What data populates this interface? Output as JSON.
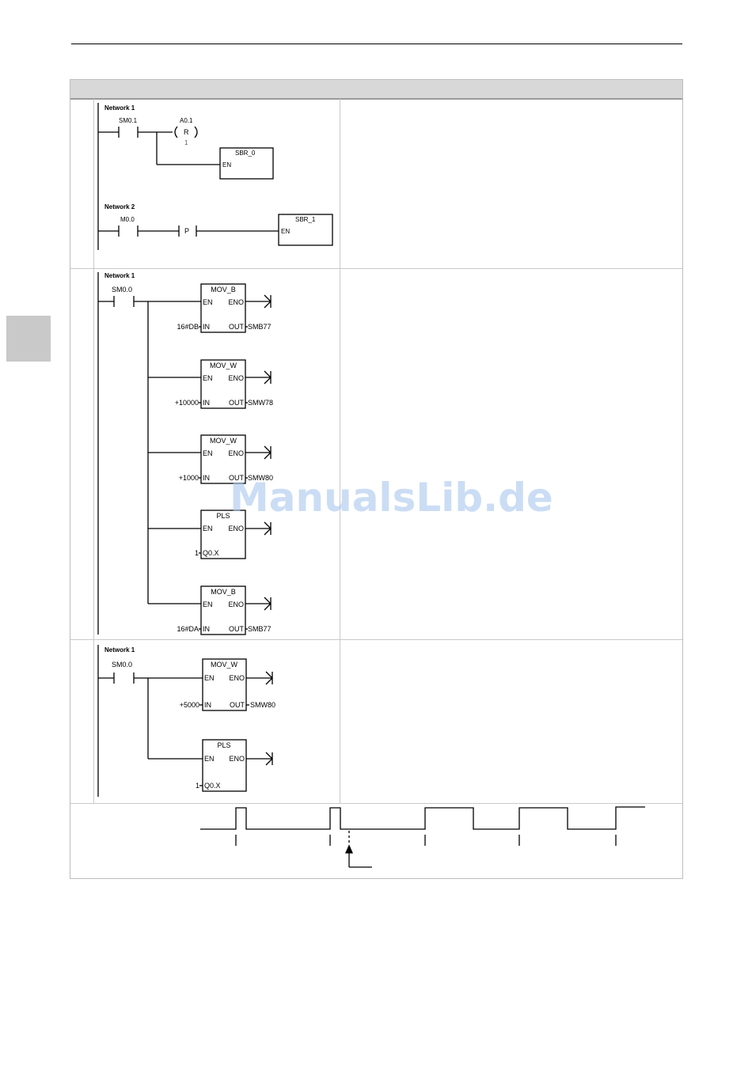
{
  "watermark": "ManualsLib.de",
  "row1": {
    "net1_title": "Network 1",
    "contact_sm01": "SM0.1",
    "coil_addr": "A0.1",
    "coil_type": "R",
    "coil_count": "1",
    "sbr0": "SBR_0",
    "en": "EN",
    "net2_title": "Network 2",
    "contact_m00": "M0.0",
    "edge": "P",
    "sbr1": "SBR_1"
  },
  "row2": {
    "net_title": "Network 1",
    "contact": "SM0.0",
    "en": "EN",
    "eno": "ENO",
    "in": "IN",
    "out": "OUT",
    "boxes": [
      {
        "name": "MOV_B",
        "in_val": "16#DB",
        "out_val": "SMB77"
      },
      {
        "name": "MOV_W",
        "in_val": "+10000",
        "out_val": "SMW78"
      },
      {
        "name": "MOV_W",
        "in_val": "+1000",
        "out_val": "SMW80"
      },
      {
        "name": "PLS",
        "in_val": "1",
        "pin": "Q0.X",
        "out_val": ""
      },
      {
        "name": "MOV_B",
        "in_val": "16#DA",
        "out_val": "SMB77"
      }
    ]
  },
  "row3": {
    "net_title": "Network 1",
    "contact": "SM0.0",
    "en": "EN",
    "eno": "ENO",
    "in": "IN",
    "out": "OUT",
    "boxes": [
      {
        "name": "MOV_W",
        "in_val": "+5000",
        "out_val": "SMW80"
      },
      {
        "name": "PLS",
        "in_val": "1",
        "pin": "Q0.X",
        "out_val": ""
      }
    ]
  }
}
